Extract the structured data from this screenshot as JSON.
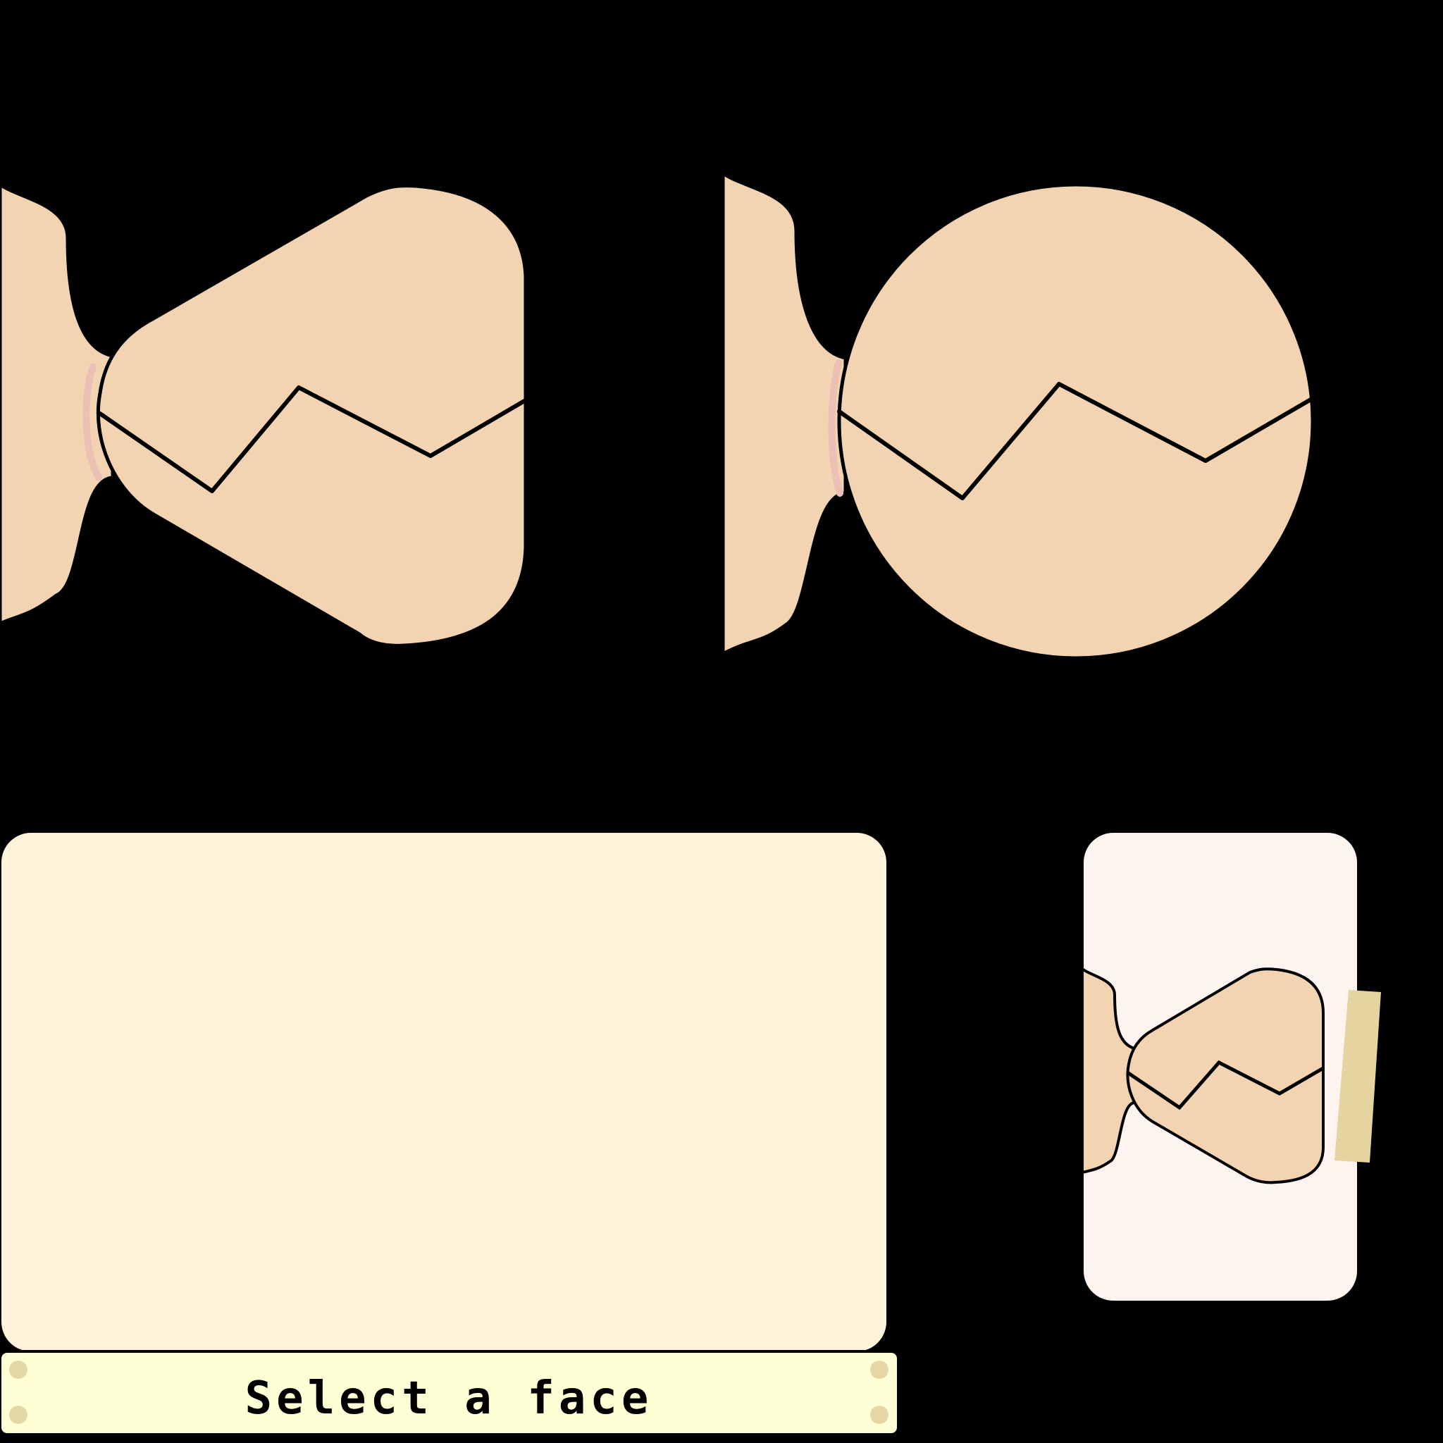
{
  "game": {
    "prompt_label": "Select a face"
  },
  "faces": [
    {
      "id": "triangle-face",
      "shape": "rounded-triangle",
      "selectable": true
    },
    {
      "id": "round-face",
      "shape": "circle",
      "selectable": true
    }
  ],
  "preview_card": {
    "current_shape": "rounded-triangle"
  },
  "colors": {
    "background": "#000000",
    "skin": "#f2d4b3",
    "outline": "#000000",
    "blush": "#ecc1b5",
    "large_panel": "#fff3dc",
    "preview_card": "#fdf3ef",
    "label_strip": "#ffffd6",
    "tape": "#e5d3a0",
    "pin": "#e5d6a6"
  }
}
